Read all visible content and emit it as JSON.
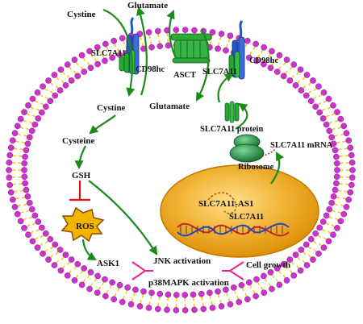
{
  "labels": {
    "cystine_out": "Cystine",
    "glutamate_out": "Glutamate",
    "slc7a11_left": "SLC7A11",
    "cd98hc_left": "CD98hc",
    "asct": "ASCT",
    "slc7a11_right": "SLC7A11",
    "cd98hc_right": "CD98hc",
    "cystine_in": "Cystine",
    "glutamate_in": "Glutamate",
    "slc7a11_protein": "SLC7A11 protein",
    "slc7a11_mrna": "SLC7A11 mRNA",
    "ribosome": "Ribosome",
    "cysteine": "Cysteine",
    "gsh": "GSH",
    "ros": "ROS",
    "slc7a11_as1": "SLC7A11-AS1",
    "slc7a11_gene": "SLC7A11",
    "ask1": "ASK1",
    "jnk": "JNK activation",
    "p38": "p38MAPK activation",
    "cell_growth": "Cell growth"
  },
  "colors": {
    "membrane_head": "#cc33cc",
    "membrane_tail": "#e8d020",
    "arrow": "#1a8a1a",
    "inhibit": "#dd1111",
    "junction": "#ee2288",
    "nucleus": "#e69d10",
    "nucleus_light": "#ffe08a",
    "ros_fill": "#f2b400",
    "ros_stroke": "#8a4a00",
    "transporter_blue": "#2255cc",
    "transporter_green": "#22aa33",
    "ribosome": "#1f8a3e"
  }
}
